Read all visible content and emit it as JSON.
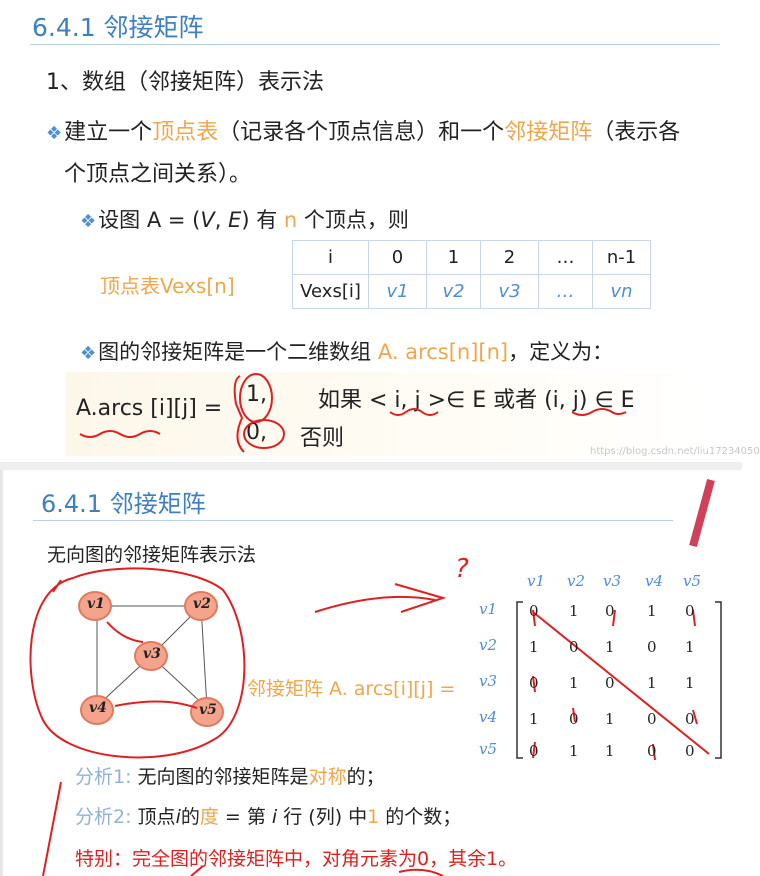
{
  "slide1": {
    "title": "6.4.1 邻接矩阵",
    "heading": "1、数组（邻接矩阵）表示法",
    "bullet1": {
      "prefix": "建立一个",
      "vertex_table": "顶点表",
      "middle": "（记录各个顶点信息）和一个",
      "adj_matrix": "邻接矩阵",
      "suffix": "（表示各",
      "line2": "个顶点之间关系）。"
    },
    "bullet2": {
      "prefix": "设图 A = (",
      "v": "V",
      "comma": ", ",
      "e": "E",
      "suffix_a": ") 有 ",
      "n": "n",
      "suffix_b": " 个顶点，则"
    },
    "vexs_label": "顶点表Vexs[n]",
    "table": {
      "header": [
        "i",
        "0",
        "1",
        "2",
        "…",
        "n-1"
      ],
      "row_label": "Vexs[i]",
      "row": [
        "v1",
        "v2",
        "v3",
        "…",
        "vn"
      ]
    },
    "bullet3": {
      "prefix": "图的邻接矩阵是一个二维数组 ",
      "name": "A. arcs[n][n]",
      "suffix": "，定义为："
    },
    "definition": {
      "lhs": "A.arcs [i][j]  =",
      "one": "1,",
      "cond1": "如果 < i, j >∈ E  或者  (i, j) ∈ E",
      "zero": "0,",
      "cond2": "否则"
    },
    "watermark": "https://blog.csdn.net/liu17234050"
  },
  "slide2": {
    "title": "6.4.1 邻接矩阵",
    "subtitle": "无向图的邻接矩阵表示法",
    "nodes": [
      "v1",
      "v2",
      "v3",
      "v4",
      "v5"
    ],
    "matrix_label": "邻接矩阵 A. arcs[i][j] =",
    "col_labels": [
      "v1",
      "v2",
      "v3",
      "v4",
      "v5"
    ],
    "row_labels": [
      "v1",
      "v2",
      "v3",
      "v4",
      "v5"
    ],
    "matrix": [
      [
        "0",
        "1",
        "0",
        "1",
        "0"
      ],
      [
        "1",
        "0",
        "1",
        "0",
        "1"
      ],
      [
        "0",
        "1",
        "0",
        "1",
        "1"
      ],
      [
        "1",
        "0",
        "1",
        "0",
        "0"
      ],
      [
        "0",
        "1",
        "1",
        "0",
        "0"
      ]
    ],
    "analysis1": {
      "label": "分析1:",
      "text_a": "无向图的邻接矩阵是",
      "sym": "对称",
      "text_b": "的；"
    },
    "analysis2": {
      "label": "分析2:",
      "text_a": "顶点",
      "i": "i",
      "text_b": "的",
      "deg": "度",
      "text_c": " = 第 ",
      "i2": "i",
      "text_d": " 行 (列) 中",
      "one": "1",
      "text_e": " 的个数；"
    },
    "special": "特别：完全图的邻接矩阵中，对角元素为0，其余1。",
    "question_mark": "?"
  },
  "colors": {
    "title_blue": "#3e7fc2",
    "accent_orange": "#f0a64a",
    "ink_red": "#e02020",
    "node_fill": "#f4a48c"
  }
}
